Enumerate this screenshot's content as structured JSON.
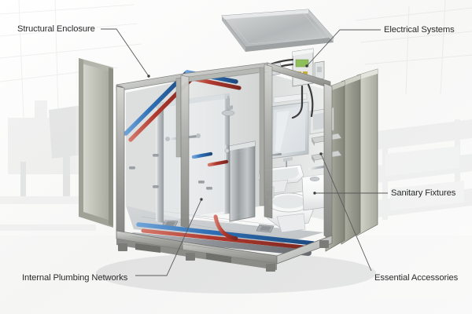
{
  "diagram": {
    "title": "Modular Bathroom Pod Cutaway",
    "subject": "prefabricated modular bathroom unit exploded isometric cutaway",
    "background": {
      "scene": "blurred industrial factory interior",
      "color": "#fbfbfb"
    },
    "labels": [
      {
        "id": "structural-enclosure",
        "text": "Structural Enclosure",
        "position": "top-left",
        "leader_from": [
          126,
          37
        ],
        "leader_to": [
          188,
          97
        ],
        "target": "aluminium frame corner of pod roof"
      },
      {
        "id": "electrical-systems",
        "text": "Electrical Systems",
        "position": "top-right",
        "leader_from": [
          484,
          38
        ],
        "leader_to": [
          390,
          83
        ],
        "target": "control panel with green display"
      },
      {
        "id": "sanitary-fixtures",
        "text": "Sanitary Fixtures",
        "position": "right",
        "leader_from": [
          493,
          246
        ],
        "leader_to": [
          400,
          246
        ],
        "target": "toilet cistern"
      },
      {
        "id": "essential-accessories",
        "text": "Essential Accessories",
        "position": "bottom-right",
        "leader_from": [
          472,
          345
        ],
        "leader_to": [
          408,
          196
        ],
        "target": "wall shelves"
      },
      {
        "id": "internal-plumbing-networks",
        "text": "Internal Plumbing Networks",
        "position": "bottom-left",
        "leader_from": [
          172,
          351
        ],
        "leader_to": [
          256,
          254
        ],
        "target": "hot and cold pipe manifold"
      }
    ],
    "colors": {
      "label_text": "#2b2b2b",
      "leader_line": "#5a5a5a",
      "frame_metal": "#a9aaa6",
      "frame_metal_dark": "#7e7f7b",
      "wall_panel": "#9b9c90",
      "wall_panel_light": "#c9cabf",
      "roof_panel": "#b9bcbd",
      "floor": "#c9ccce",
      "cold_water_pipe": "#2f6fb5",
      "hot_water_pipe": "#b0392e",
      "waste_pipe": "#8d9196",
      "porcelain": "#f4f5f5",
      "chrome": "#c2c7cb",
      "panel_display": "#8fbf5a",
      "electrical_conduit": "#3b3b3b",
      "accent_yellow": "#d9b83a"
    },
    "components": {
      "structural": [
        "extruded aluminium frame",
        "base skid",
        "corner posts",
        "roof panel",
        "wall panels"
      ],
      "plumbing": [
        "cold water supply riser",
        "hot water supply riser",
        "shower mixer feed",
        "basin feed",
        "wc feed",
        "waste drain line",
        "floor drain"
      ],
      "electrical": [
        "control panel",
        "ceiling luminaire",
        "mirror light",
        "isolator switch",
        "conduit runs"
      ],
      "sanitary": [
        "wash basin",
        "wc pan",
        "cistern",
        "shower head",
        "shower valve",
        "floor gully"
      ],
      "accessories": [
        "mirror",
        "shelves",
        "grab bars",
        "toilet roll holder",
        "towel rail"
      ]
    }
  }
}
